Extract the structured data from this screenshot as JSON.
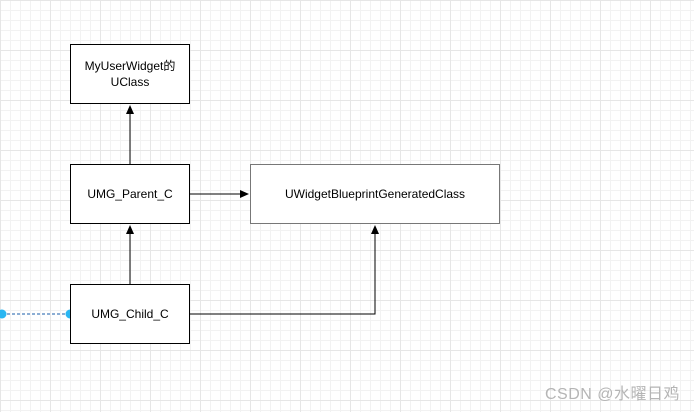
{
  "nodes": {
    "uclass": "MyUserWidget的\nUClass",
    "parent": "UMG_Parent_C",
    "child": "UMG_Child_C",
    "wbgc": "UWidgetBlueprintGeneratedClass"
  },
  "edge_label_fragment": "",
  "watermark": "CSDN @水曜日鸡",
  "colors": {
    "line": "#000000",
    "selected_edge": "#1a5ea8",
    "handle": "#29b6f2",
    "grid_major": "#e6e6e6",
    "grid_minor": "#f2f2f2",
    "watermark": "#b5b5b5"
  }
}
